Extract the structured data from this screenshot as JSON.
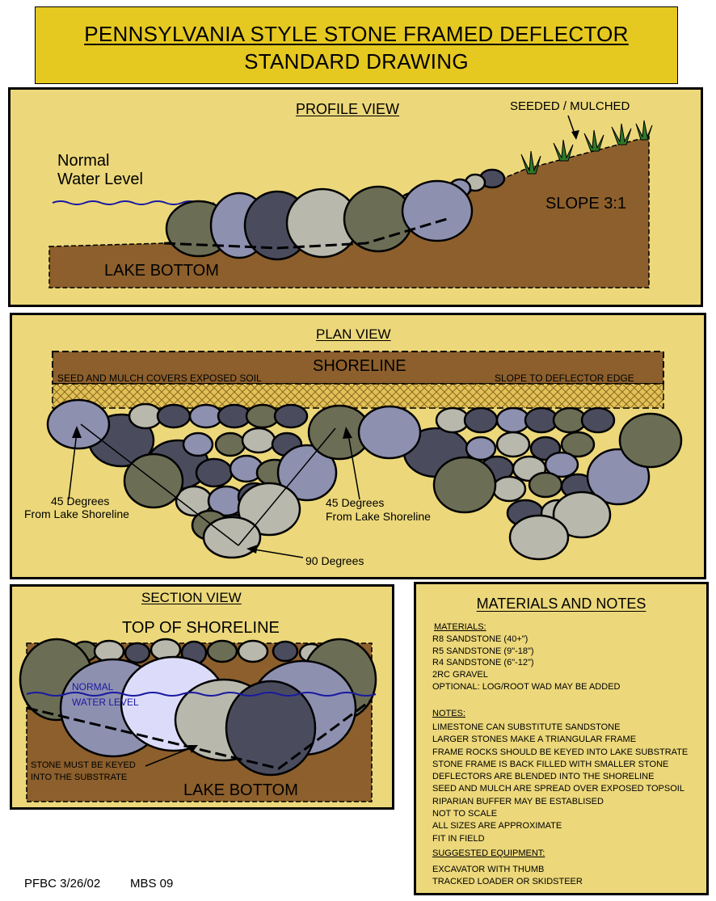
{
  "title": {
    "line1": "PENNSYLVANIA STYLE STONE FRAMED DEFLECTOR",
    "line2": "STANDARD DRAWING"
  },
  "profile": {
    "heading": "PROFILE VIEW",
    "seeded": "SEEDED / MULCHED",
    "water_line1": "Normal",
    "water_line2": "Water Level",
    "slope": "SLOPE  3:1",
    "bottom": "LAKE BOTTOM"
  },
  "plan": {
    "heading": "PLAN VIEW",
    "shoreline": "SHORELINE",
    "seed_mulch": "SEED AND MULCH COVERS EXPOSED SOIL",
    "slope_edge": "SLOPE TO DEFLECTOR EDGE",
    "deg_left_1": "45 Degrees",
    "deg_left_2": "From Lake Shoreline",
    "deg_right_1": "45 Degrees",
    "deg_right_2": "From Lake Shoreline",
    "deg_90": "90 Degrees"
  },
  "section": {
    "heading": "SECTION VIEW",
    "top": "TOP OF SHORELINE",
    "water_1": "NORMAL",
    "water_2": "WATER LEVEL",
    "keyed_1": "STONE MUST BE KEYED",
    "keyed_2": "INTO THE SUBSTRATE",
    "bottom": "LAKE BOTTOM"
  },
  "notes": {
    "heading": "MATERIALS AND NOTES",
    "materials_label": "MATERIALS:",
    "materials": [
      "R8 SANDSTONE (40+\")",
      "R5 SANDSTONE (9\"-18\")",
      "R4 SANDSTONE (6\"-12\")",
      "2RC GRAVEL",
      "OPTIONAL: LOG/ROOT WAD MAY BE ADDED"
    ],
    "notes_label": "NOTES:",
    "notes": [
      "LIMESTONE CAN SUBSTITUTE SANDSTONE",
      "LARGER STONES MAKE A TRIANGULAR FRAME",
      "FRAME ROCKS SHOULD BE KEYED INTO LAKE SUBSTRATE",
      "STONE FRAME IS BACK FILLED WITH SMALLER STONE",
      "DEFLECTORS ARE BLENDED INTO THE SHORELINE",
      "SEED AND MULCH ARE SPREAD OVER EXPOSED TOPSOIL",
      "RIPARIAN BUFFER MAY BE ESTABLISED",
      "NOT TO SCALE",
      "ALL SIZES ARE APPROXIMATE",
      "FIT IN FIELD"
    ],
    "equipment_label": "SUGGESTED EQUIPMENT:",
    "equipment": [
      "EXCAVATOR WITH THUMB",
      "TRACKED LOADER OR SKIDSTEER"
    ]
  },
  "footer": {
    "left": "PFBC 3/26/02",
    "right": "MBS 09"
  },
  "colors": {
    "panel": "#ecd87a",
    "title_bg": "#e5c820",
    "soil": "#8c5f2c",
    "water": "#1a1aa0",
    "stone_green": "#6b6e55",
    "stone_slate": "#8e90b0",
    "stone_dark": "#4a4c5e",
    "stone_light": "#b8b8ac"
  }
}
